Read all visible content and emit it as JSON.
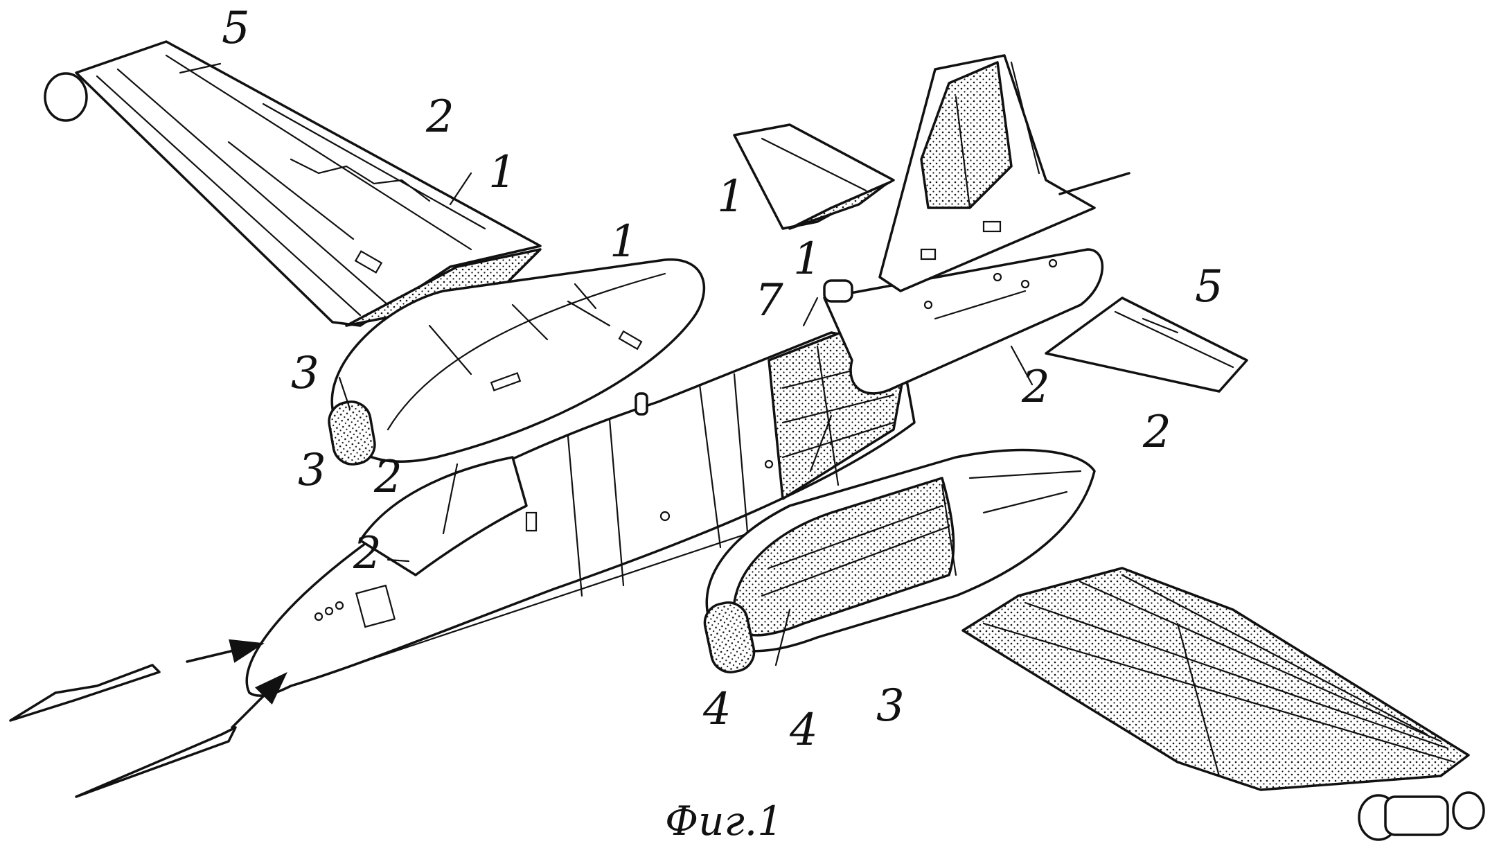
{
  "caption": "Фиг.1",
  "colors": {
    "line": "#111111",
    "background": "#ffffff",
    "composite_fill": "#111111"
  },
  "labels": {
    "fuselage_nose": "2",
    "fuselage_mid": "2",
    "rear_fuselage": "2",
    "right_nacelle_top": "2",
    "left_wing_mid": "2",
    "left_wing_tip": "5",
    "left_wing_root": "1",
    "left_wing_leading": "3",
    "left_nacelle_top": "1",
    "left_nacelle_inlet": "3",
    "stabilizer_left": "1",
    "fin_root": "1",
    "stabilizer_right": "5",
    "insert_frame": "7",
    "right_nacelle_bottom": "3",
    "right_nacelle_rib_a": "4",
    "right_nacelle_rib_b": "4"
  }
}
